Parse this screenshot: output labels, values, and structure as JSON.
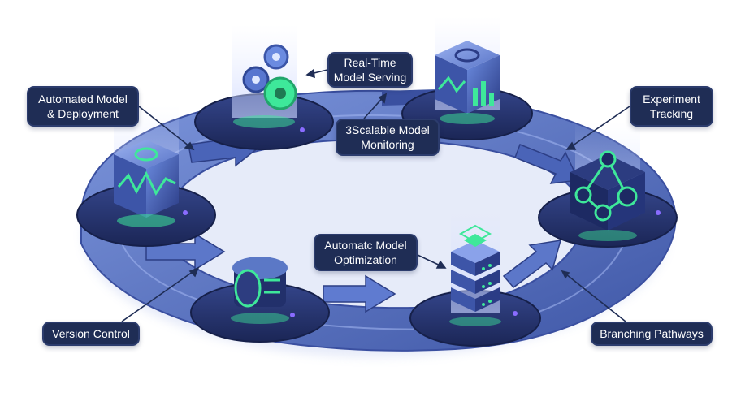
{
  "diagram": {
    "labels": {
      "deployment": {
        "line1": "Automated Model",
        "line2": "& Deployment"
      },
      "serving": {
        "line1": "Real-Time",
        "line2": "Model Serving"
      },
      "monitoring": {
        "line1": "3Scalable Model",
        "line2": "Monitoring"
      },
      "tracking": {
        "line1": "Experiment",
        "line2": "Tracking"
      },
      "optimization": {
        "line1": "Automatc Model",
        "line2": "Optimization"
      },
      "version": {
        "line1": "Version Control"
      },
      "branching": {
        "line1": "Branching Pathways"
      }
    },
    "nodes": [
      {
        "id": "deployment",
        "icon": "waveform-chart-icon"
      },
      {
        "id": "serving",
        "icon": "gears-icon"
      },
      {
        "id": "monitoring",
        "icon": "trend-chart-icon"
      },
      {
        "id": "tracking",
        "icon": "network-graph-icon"
      },
      {
        "id": "optimization",
        "icon": "server-stack-icon"
      },
      {
        "id": "version",
        "icon": "cylinder-storage-icon"
      }
    ],
    "colors": {
      "platform_dark": "#26346e",
      "platform_light": "#5b78c6",
      "accent_green": "#3ee89a",
      "label_bg": "#1f2d55"
    }
  }
}
